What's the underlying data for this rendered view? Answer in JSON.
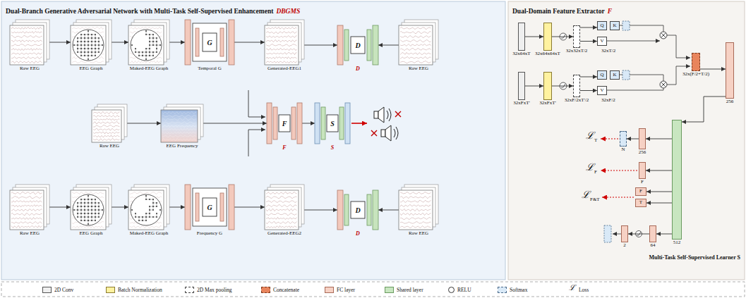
{
  "diagram": {
    "nodes": [
      {
        "text": [
          "Dual-Branch Generative Adversarial Network with Multi-Task Self-Supervised Enhancement",
          "DBGMS"
        ]
      },
      {
        "text": [
          "Raw EEG"
        ],
        "in": 0
      },
      {
        "text": [
          "EEG Graph"
        ],
        "in": 0
      },
      {
        "text": [
          "Maked-EEG Graph"
        ],
        "in": 0
      },
      {
        "text": [
          "G",
          "Temporal G"
        ],
        "in": 0
      },
      {
        "text": [
          "Generated-EEG1"
        ],
        "in": 0
      },
      {
        "text": [
          "D",
          "D"
        ],
        "in": 0
      },
      {
        "text": [
          "Raw EEG"
        ],
        "in": 0
      },
      {
        "text": [
          "Raw EEG"
        ],
        "in": 0
      },
      {
        "text": [
          "EEG Frequency"
        ],
        "in": 0
      },
      {
        "text": [
          "F",
          "F"
        ],
        "in": 0
      },
      {
        "text": [
          "S",
          "S"
        ],
        "in": 0
      },
      {
        "text": [
          "Raw EEG"
        ],
        "in": 0
      },
      {
        "text": [
          "EEG Graph"
        ],
        "in": 0
      },
      {
        "text": [
          "Maked-EEG Graph"
        ],
        "in": 0
      },
      {
        "text": [
          "G",
          "Frequency G"
        ],
        "in": 0
      },
      {
        "text": [
          "Generated-EEG2"
        ],
        "in": 0
      },
      {
        "text": [
          "D",
          "D"
        ],
        "in": 0
      },
      {
        "text": [
          "Raw EEG"
        ],
        "in": 0
      },
      {
        "text": [
          "Dual-Domain Feature Extractor",
          "F"
        ]
      },
      {
        "text": [
          "32x64xT"
        ],
        "in": 19
      },
      {
        "text": [
          "32x64x64xT"
        ],
        "in": 19
      },
      {
        "text": [
          "32x32xT/2"
        ],
        "in": 19
      },
      {
        "text": [
          "Q"
        ],
        "in": 19
      },
      {
        "text": [
          "K"
        ],
        "in": 19
      },
      {
        "text": [
          "V"
        ],
        "in": 19
      },
      {
        "text": [
          "32xFxT'"
        ],
        "in": 19
      },
      {
        "text": [
          "32xFxT'"
        ],
        "in": 19
      },
      {
        "text": [
          "32xF/2xT'/2"
        ],
        "in": 19
      },
      {
        "text": [
          "Q"
        ],
        "in": 19
      },
      {
        "text": [
          "K"
        ],
        "in": 19
      },
      {
        "text": [
          "V"
        ],
        "in": 19
      },
      {
        "text": [
          "32x(F/2+T/2)"
        ],
        "in": 19
      },
      {
        "text": [
          "256"
        ],
        "in": 19
      },
      {
        "text": [
          "512"
        ],
        "in": 19
      },
      {
        "text": [
          "256"
        ],
        "in": 19
      },
      {
        "text": [
          "N"
        ],
        "in": 19
      },
      {
        "text": [
          "F"
        ],
        "in": 19
      },
      {
        "text": [
          "F"
        ],
        "in": 19
      },
      {
        "text": [
          "T"
        ],
        "in": 19
      },
      {
        "text": [
          "64"
        ],
        "in": 19
      },
      {
        "text": [
          "2"
        ],
        "in": 19
      }
    ],
    "edges": [
      {
        "from": 1,
        "to": 2,
        "arrow": "to"
      },
      {
        "from": 2,
        "to": 3,
        "arrow": "to"
      },
      {
        "from": 3,
        "to": 4,
        "arrow": "to"
      },
      {
        "from": 4,
        "to": 5,
        "arrow": "to"
      },
      {
        "from": 5,
        "to": 6,
        "arrow": "to"
      },
      {
        "from": 7,
        "to": 6,
        "arrow": "to"
      },
      {
        "from": 8,
        "to": 9,
        "arrow": "to"
      },
      {
        "from": 9,
        "to": 10,
        "arrow": "to"
      },
      {
        "from": 10,
        "to": 11,
        "arrow": "to"
      },
      {
        "from": 12,
        "to": 13,
        "arrow": "to"
      },
      {
        "from": 13,
        "to": 14,
        "arrow": "to"
      },
      {
        "from": 14,
        "to": 15,
        "arrow": "to"
      },
      {
        "from": 15,
        "to": 16,
        "arrow": "to"
      },
      {
        "from": 16,
        "to": 17,
        "arrow": "to"
      },
      {
        "from": 18,
        "to": 17,
        "arrow": "to"
      },
      {
        "from": 20,
        "to": 21,
        "arrow": "to"
      },
      {
        "from": 21,
        "to": 22,
        "arrow": "to"
      },
      {
        "from": 22,
        "to": 23,
        "arrow": "to"
      },
      {
        "from": 22,
        "to": 25,
        "arrow": "to"
      },
      {
        "from": 26,
        "to": 27,
        "arrow": "to"
      },
      {
        "from": 27,
        "to": 28,
        "arrow": "to"
      },
      {
        "from": 28,
        "to": 29,
        "arrow": "to"
      },
      {
        "from": 28,
        "to": 31,
        "arrow": "to"
      },
      {
        "from": 32,
        "to": 33,
        "arrow": "to"
      },
      {
        "from": 33,
        "to": 34,
        "arrow": "to"
      },
      {
        "from": 34,
        "to": 35,
        "arrow": "to"
      },
      {
        "from": 35,
        "to": 36,
        "arrow": "to"
      },
      {
        "from": 34,
        "to": 37,
        "arrow": "to"
      },
      {
        "from": 34,
        "to": 38,
        "arrow": "to"
      },
      {
        "from": 34,
        "to": 39,
        "arrow": "to"
      },
      {
        "from": 34,
        "to": 40,
        "arrow": "to"
      },
      {
        "from": 40,
        "to": 41,
        "arrow": "to"
      }
    ],
    "labels": [
      "32xT/2",
      "32xF/2",
      "ℒ",
      "T",
      "ℒ",
      "F",
      "ℒ",
      "F&T",
      "Multi-Task Self-Supervised Learner S",
      "ℒ"
    ],
    "legend": [
      {
        "text": "2D Conv",
        "color": "#efefef"
      },
      {
        "text": "Batch Normalization",
        "color": "#fff2a0"
      },
      {
        "text": "2D Max pooling"
      },
      {
        "text": "Concatenate",
        "color": "#e8845c"
      },
      {
        "text": "FC layer",
        "color": "#f6d1c4"
      },
      {
        "text": "Shared layer",
        "color": "#c8e6c0"
      },
      {
        "text": "RELU"
      },
      {
        "text": "Softmax",
        "color": "#d9e9f7"
      },
      {
        "text": "Loss"
      }
    ]
  }
}
